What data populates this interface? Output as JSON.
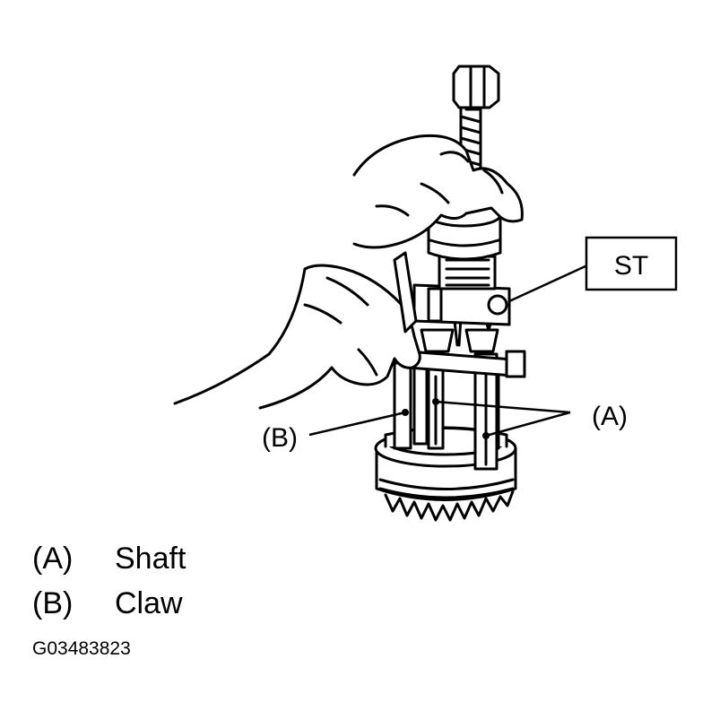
{
  "callouts": {
    "st": "ST",
    "a": "(A)",
    "b": "(B)"
  },
  "legend": [
    {
      "key": "(A)",
      "label": "Shaft"
    },
    {
      "key": "(B)",
      "label": "Claw"
    }
  ],
  "figure_id": "G03483823"
}
